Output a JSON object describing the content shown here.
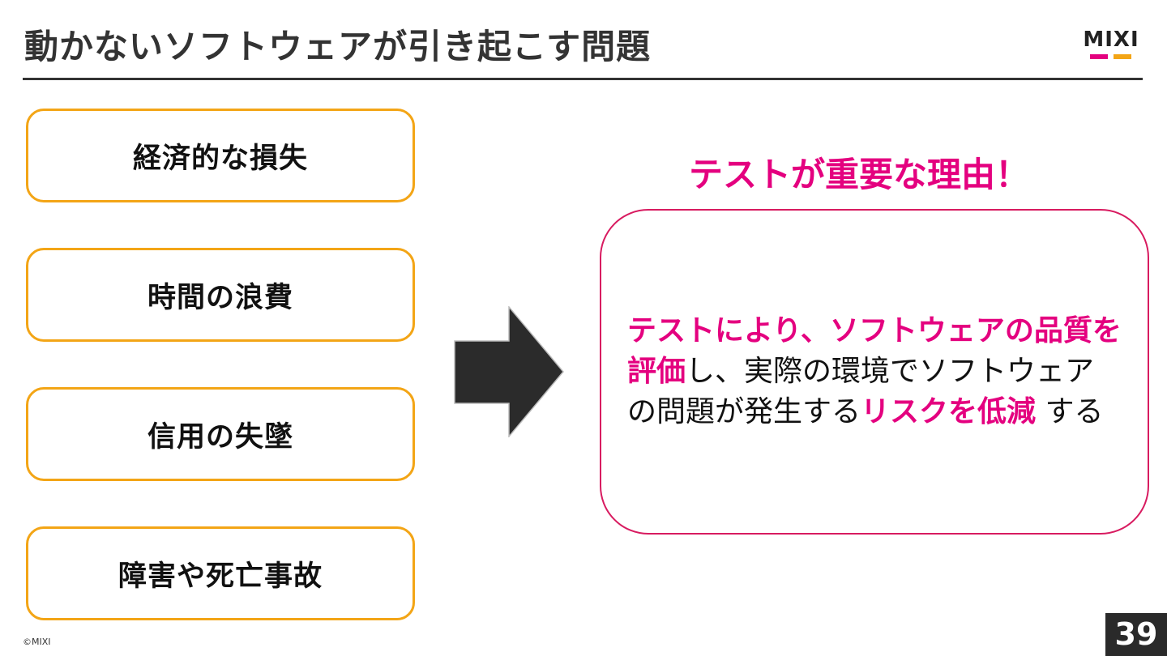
{
  "slide": {
    "title": "動かないソフトウェアが引き起こす問題",
    "logo_text": "MIXI",
    "colors": {
      "accent_pink": "#e4007f",
      "accent_orange": "#f3a516",
      "dark": "#2a2a2a"
    }
  },
  "problems": [
    {
      "label": "経済的な損失"
    },
    {
      "label": "時間の浪費"
    },
    {
      "label": "信用の失墜"
    },
    {
      "label": "障害や死亡事故"
    }
  ],
  "arrow_icon": "right-arrow-icon",
  "reason": {
    "heading": "テストが重要な理由！",
    "line1_highlight": "テストにより、ソフトウェアの品質を",
    "line2_highlight": "評価",
    "line2_normal": "し、実際の環境でソフトウェア",
    "line3_normal": "の問題が発生する",
    "line3_highlight": "リスクを低減",
    "line3_tail": " する"
  },
  "footer": {
    "copyright": "©MIXI",
    "page_number": "39"
  }
}
